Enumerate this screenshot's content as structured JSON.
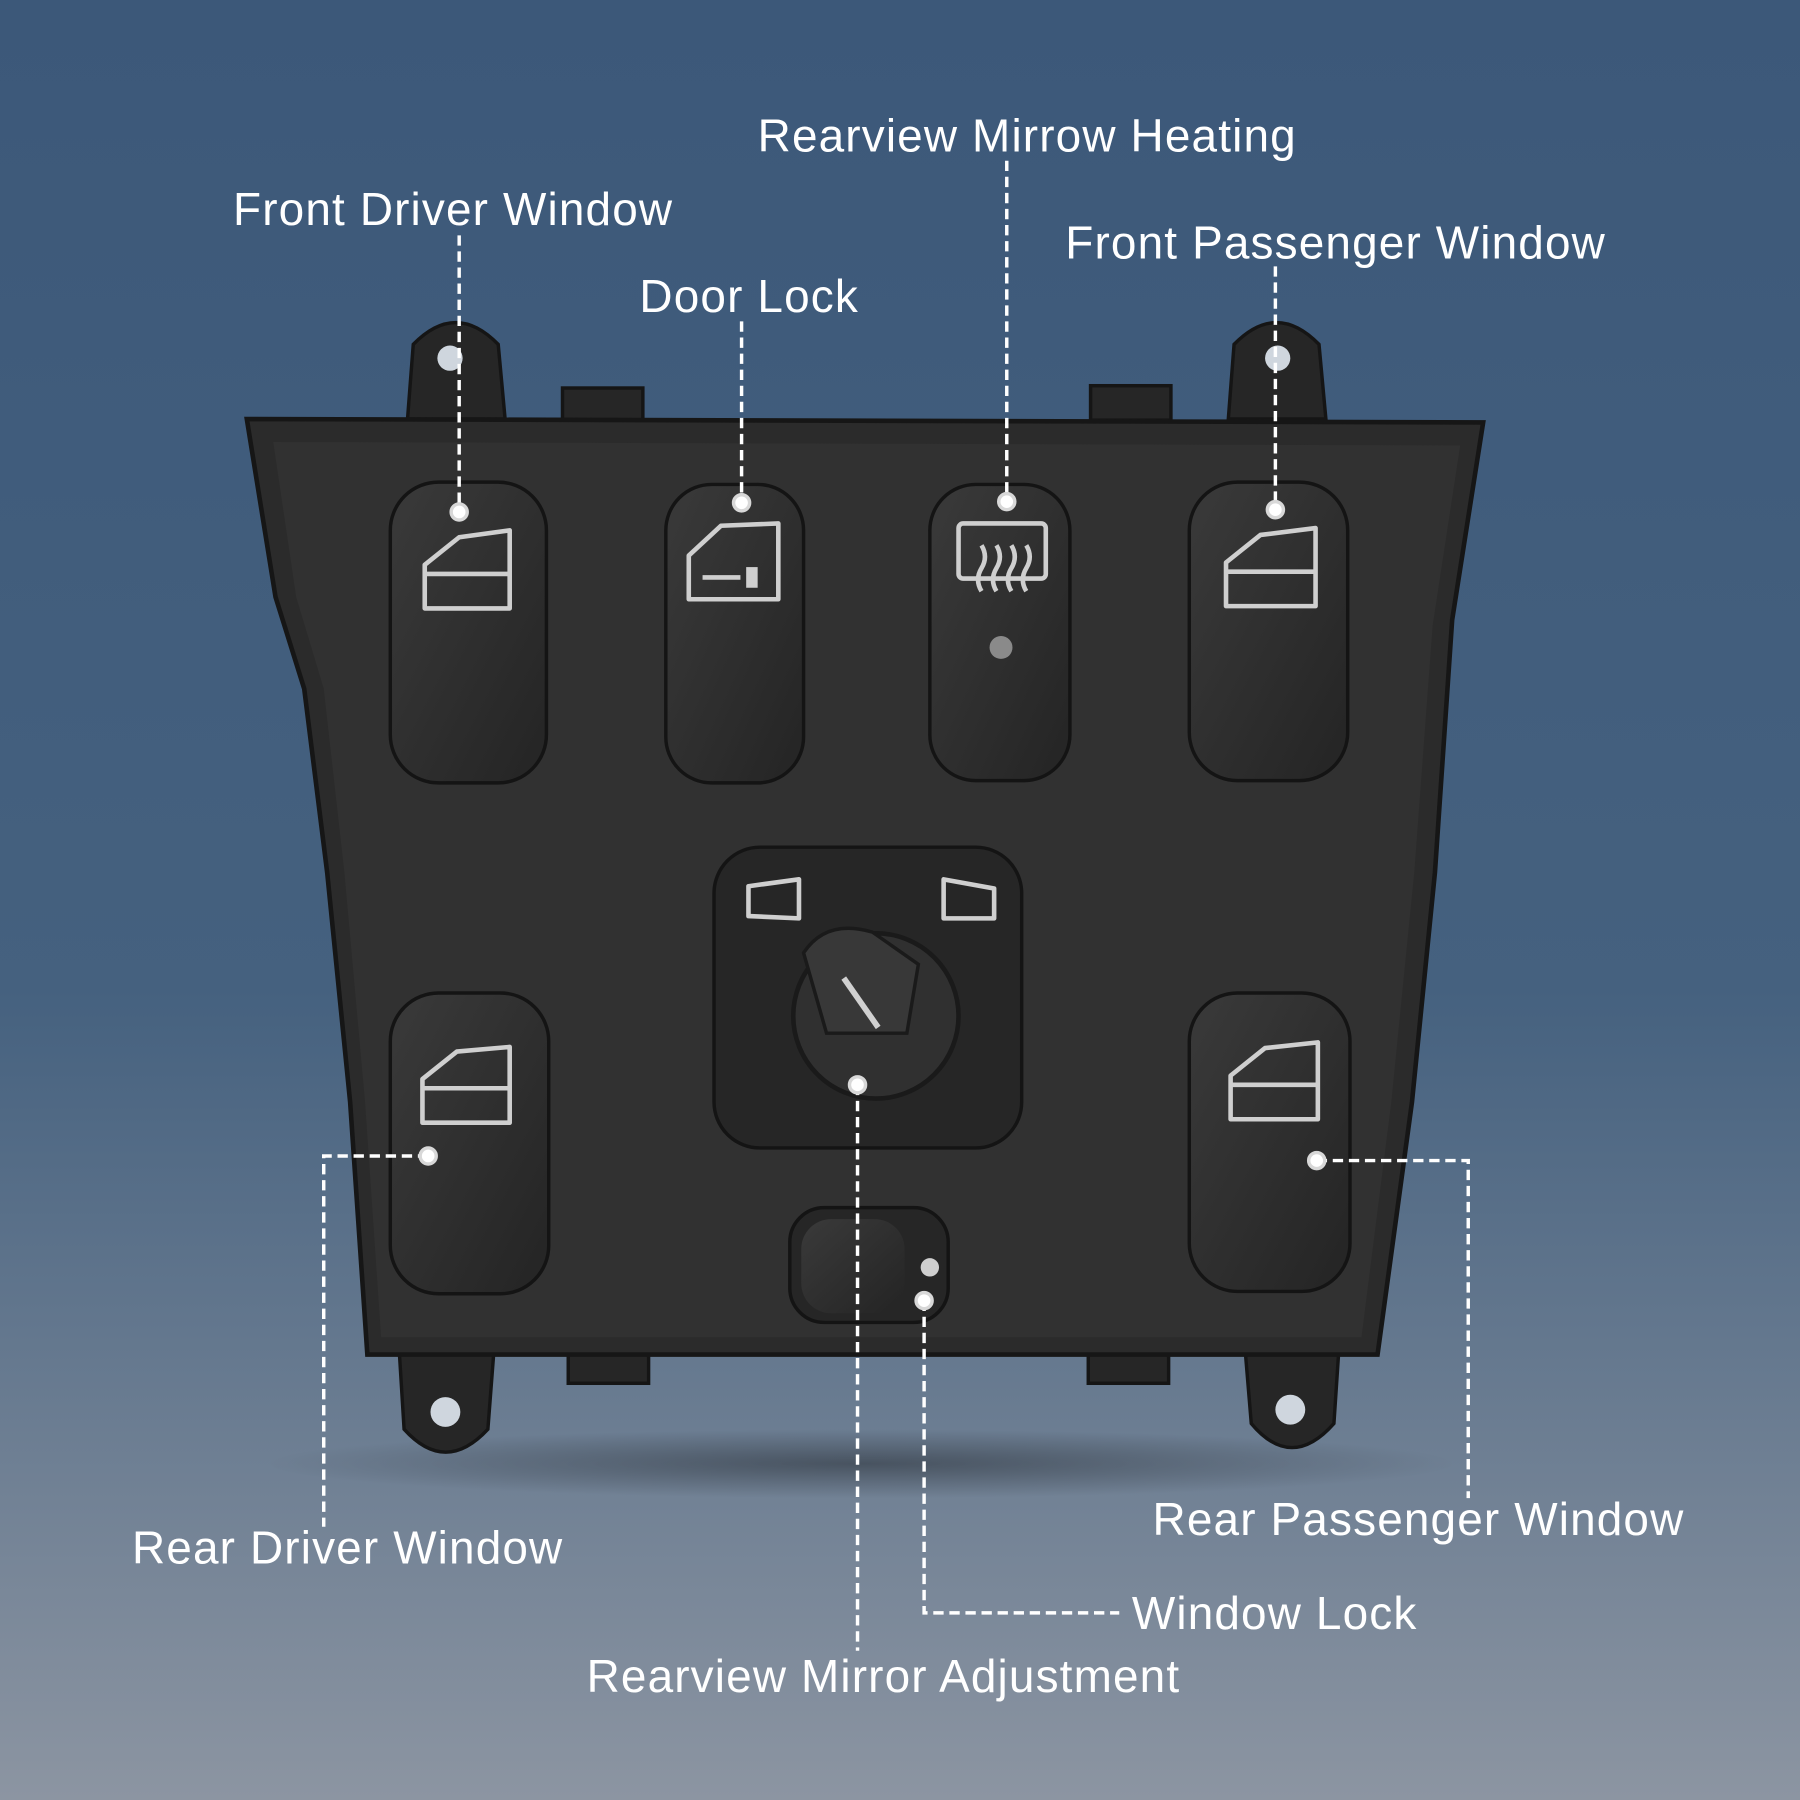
{
  "title_labels": {
    "front_driver_window": "Front Driver Window",
    "door_lock": "Door Lock",
    "rearview_mirror_heating": "Rearview Mirrow Heating",
    "front_passenger_window": "Front Passenger Window",
    "rear_driver_window": "Rear Driver Window",
    "rear_passenger_window": "Rear Passenger Window",
    "window_lock": "Window Lock",
    "rearview_mirror_adjustment": "Rearview Mirror Adjustment"
  },
  "colors": {
    "bg_top": "#3c5879",
    "bg_bottom": "#8c95a2",
    "panel": "#2b2b2b",
    "label": "#ffffff"
  }
}
